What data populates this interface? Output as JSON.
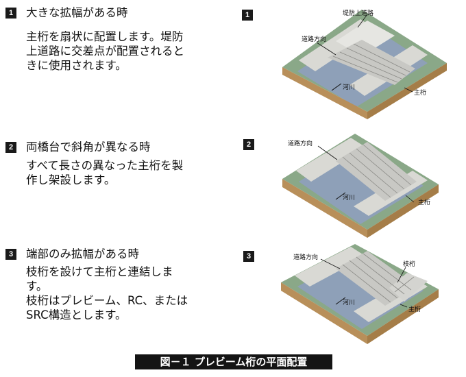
{
  "cases": [
    {
      "number": "1",
      "heading": "大きな拡幅がある時",
      "lines": [
        "主桁を扇状に配置します。堤防",
        "上道路に交差点が配置されると",
        "きに使用されます。"
      ],
      "labels": {
        "levee_road": "堤防上道路",
        "road_direction": "道路方向",
        "river": "河川",
        "main_girder": "主桁"
      }
    },
    {
      "number": "2",
      "heading": "両橋台で斜角が異なる時",
      "lines": [
        "すべて長さの異なった主桁を製",
        "作し架設します。"
      ],
      "labels": {
        "road_direction": "道路方向",
        "river": "河川",
        "main_girder": "主桁"
      }
    },
    {
      "number": "3",
      "heading": "端部のみ拡幅がある時",
      "lines": [
        "枝桁を設けて主桁と連結しま",
        "す。",
        "枝桁はプレビーム、RC、または",
        "SRC構造とします。"
      ],
      "labels": {
        "road_direction": "道路方向",
        "branch_girder": "枝桁",
        "river": "河川",
        "main_girder": "主桁"
      }
    }
  ],
  "caption": "図－１ プレビーム桁の平面配置",
  "colors": {
    "water": "#8ea0b8",
    "grass": "#8aa888",
    "soil": "#b88f5a",
    "concrete": "#e0e0dc",
    "deck": "#c8c8c4"
  }
}
